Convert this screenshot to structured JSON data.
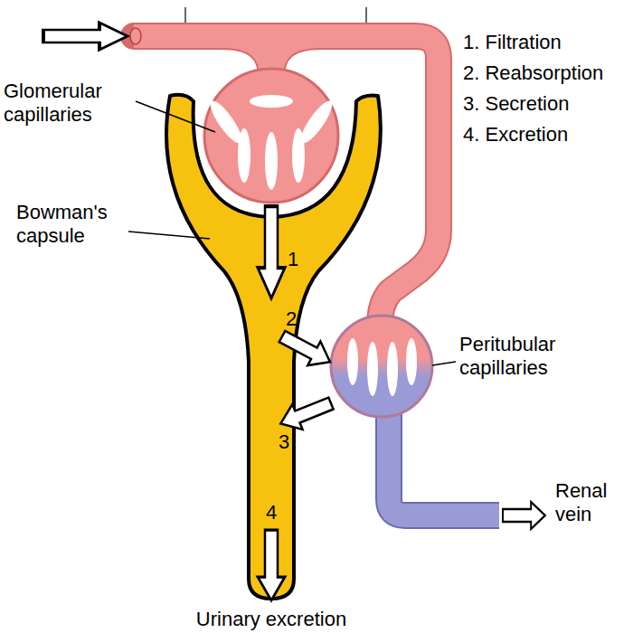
{
  "diagram": {
    "labels": [
      "Glomerular capillaries",
      "Bowman's capsule",
      "1. Filtration",
      "2. Reabsorption",
      "3. Secretion",
      "4. Excretion",
      "Peritubular capillaries",
      "Renal vein",
      "1",
      "2",
      "3",
      "4",
      "Urinary excretion"
    ]
  }
}
